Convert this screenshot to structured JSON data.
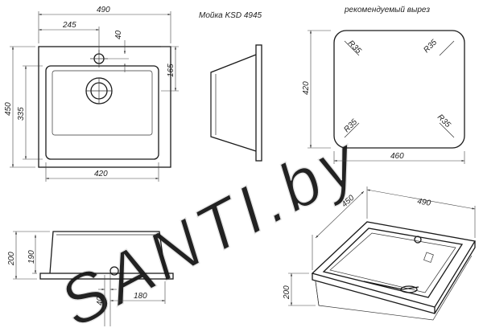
{
  "titles": {
    "model": "Мойка  KSD 4945",
    "cutout": "рекомендуемый вырез"
  },
  "watermark": "SANTI.by",
  "top_view": {
    "width": "490",
    "height": "450",
    "tap_offset": "245",
    "tap_dia": "40",
    "bowl_depth": "165",
    "bowl_height": "335",
    "bowl_width": "420"
  },
  "cutout_view": {
    "width": "460",
    "height": "420",
    "radii": [
      "R35",
      "R35",
      "R35",
      "R35"
    ]
  },
  "front_view": {
    "height": "200",
    "inner_height": "190",
    "drain_dia": "40",
    "drain_offset": "180"
  },
  "iso_view": {
    "depth": "450",
    "width": "490",
    "height": "200"
  },
  "colors": {
    "line": "#1a1a1a",
    "watermark": "#e6e6e6"
  }
}
